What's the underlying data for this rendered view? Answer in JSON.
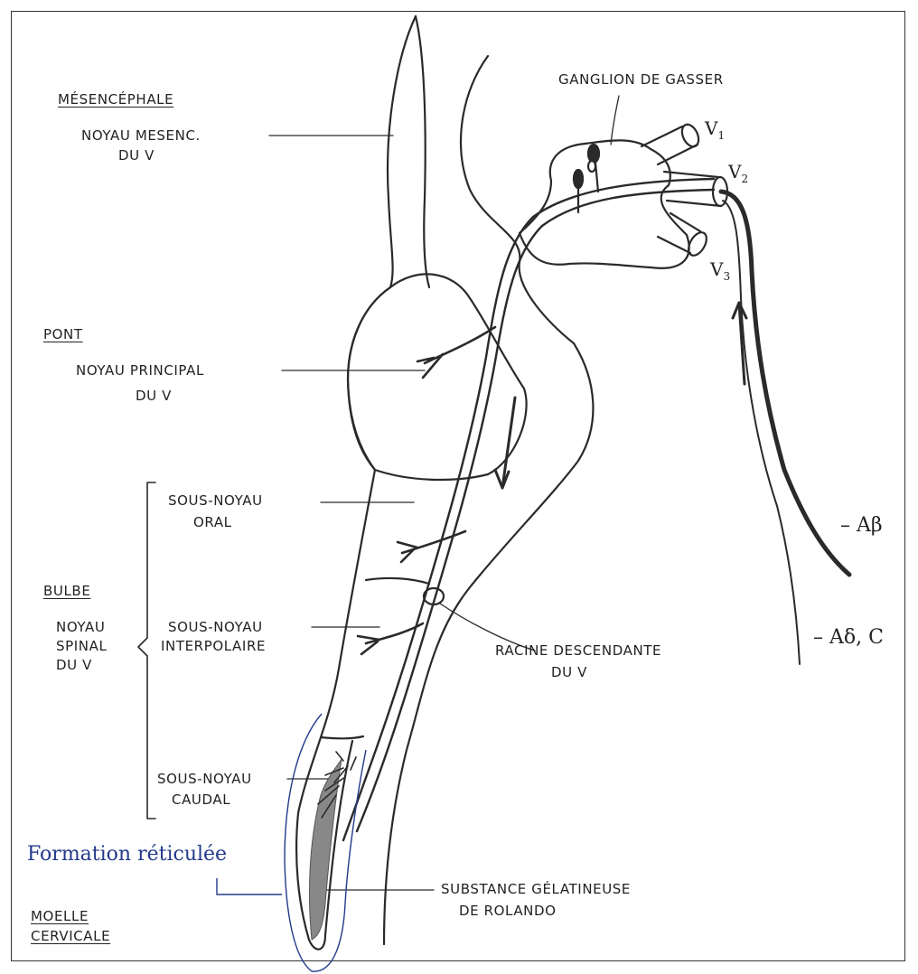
{
  "regions": {
    "mesencephale": "MÉSENCÉPHALE",
    "pont": "PONT",
    "bulbe": "BULBE",
    "moelle_line1": "MOELLE",
    "moelle_line2": "CERVICALE"
  },
  "nuclei": {
    "mesenc_line1": "NOYAU MESENC.",
    "mesenc_line2": "DU V",
    "principal_line1": "NOYAU PRINCIPAL",
    "principal_line2": "DU V",
    "spinal_line1": "NOYAU",
    "spinal_line2": "SPINAL",
    "spinal_line3": "DU V",
    "oral_line1": "SOUS-NOYAU",
    "oral_line2": "ORAL",
    "interpolaire_line1": "SOUS-NOYAU",
    "interpolaire_line2": "INTERPOLAIRE",
    "caudal_line1": "SOUS-NOYAU",
    "caudal_line2": "CAUDAL"
  },
  "structures": {
    "ganglion": "GANGLION DE GASSER",
    "racine_line1": "RACINE DESCENDANTE",
    "racine_line2": "DU V",
    "substance_line1": "SUBSTANCE GÉLATINEUSE",
    "substance_line2": "DE ROLANDO",
    "formation": "Formation réticulée"
  },
  "branches": {
    "v1": "V",
    "v1_sub": "1",
    "v2": "V",
    "v2_sub": "2",
    "v3": "V",
    "v3_sub": "3"
  },
  "fibers": {
    "a_beta": "– Aβ",
    "a_delta_c": "– Aδ, C"
  },
  "colors": {
    "ink": "#2a2a2a",
    "annotation_blue": "#233a8a"
  }
}
